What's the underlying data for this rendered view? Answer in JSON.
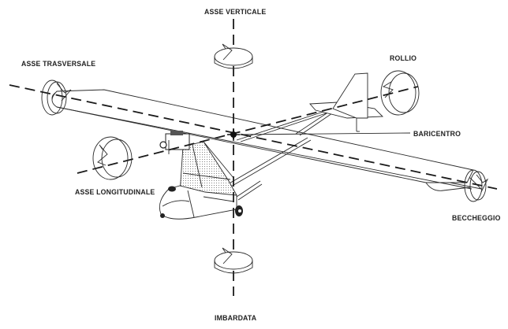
{
  "diagram": {
    "subject": "ultralight-aircraft-rotation-axes",
    "labels": {
      "vertical_axis": "ASSE VERTICALE",
      "transverse_axis": "ASSE TRASVERSALE",
      "longitudinal_axis": "ASSE LONGITUDINALE",
      "roll": "ROLLIO",
      "center_of_gravity": "BARICENTRO",
      "pitch": "BECCHEGGIO",
      "yaw": "IMBARDATA"
    },
    "colors": {
      "ink": "#2a2a2a",
      "background": "#ffffff"
    }
  }
}
